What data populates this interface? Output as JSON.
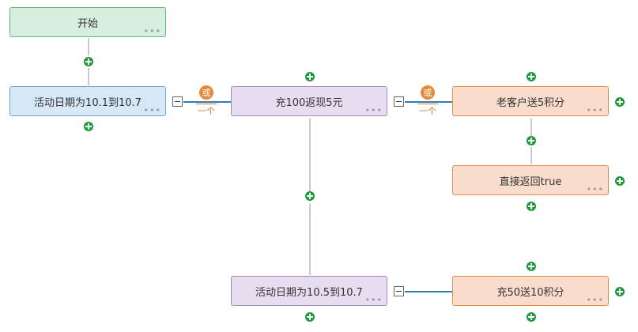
{
  "nodes": {
    "start": "开始",
    "date_1": "活动日期为10.1到10.7",
    "recharge_100": "充100返现5元",
    "old_customer": "老客户送5积分",
    "return_true": "直接返回true",
    "date_2": "活动日期为10.5到10.7",
    "recharge_50": "充50送10积分"
  },
  "more_glyph": "•••",
  "connector": {
    "or_label": "或",
    "or_sub": "一个"
  },
  "colors": {
    "green_node": "#d7efdf",
    "blue_node": "#d6e7f5",
    "purple_node": "#e8dcf1",
    "orange_node": "#f9dccb",
    "add_button": "#1e9a3a",
    "connector_line": "#2e7dbb",
    "or_badge": "#e68a3a"
  },
  "icons": {
    "add": "plus-circle-icon",
    "collapse": "minus-square-icon",
    "more": "ellipsis-icon"
  }
}
